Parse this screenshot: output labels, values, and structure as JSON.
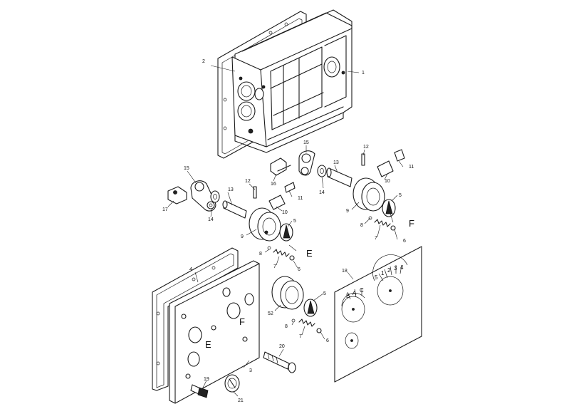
{
  "callouts": {
    "c1": "1",
    "c2": "2",
    "c3": "3",
    "c4": "4",
    "c5a": "5",
    "c5b": "5",
    "c5c": "5",
    "c6a": "6",
    "c6b": "6",
    "c6c": "6",
    "c7a": "7",
    "c7b": "7",
    "c7c": "7",
    "c8a": "8",
    "c8b": "8",
    "c8c": "8",
    "c9a": "9",
    "c9b": "9",
    "c10a": "10",
    "c10b": "10",
    "c11a": "11",
    "c11b": "11",
    "c12a": "12",
    "c12b": "12",
    "c13a": "13",
    "c13b": "13",
    "c14a": "14",
    "c14b": "14",
    "c15a": "15",
    "c15b": "15",
    "c16": "16",
    "c17": "17",
    "c18": "18",
    "c19": "19",
    "c20": "20",
    "c21": "21",
    "c52": "52"
  },
  "letters": {
    "E_knob": "E",
    "F_knob": "F",
    "E_plate": "E",
    "F_plate": "F"
  },
  "dial_left": [
    "B",
    "A",
    "C"
  ],
  "dial_right": [
    "5",
    "1",
    "2",
    "3",
    "4"
  ]
}
